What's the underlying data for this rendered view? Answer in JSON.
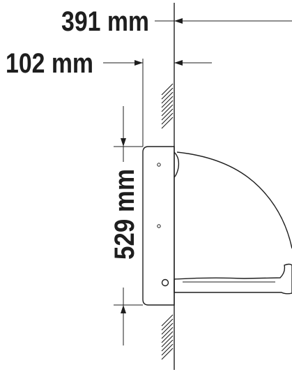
{
  "dimensions": {
    "total_depth": "391 mm",
    "folded_depth": "102 mm",
    "height": "529 mm"
  }
}
